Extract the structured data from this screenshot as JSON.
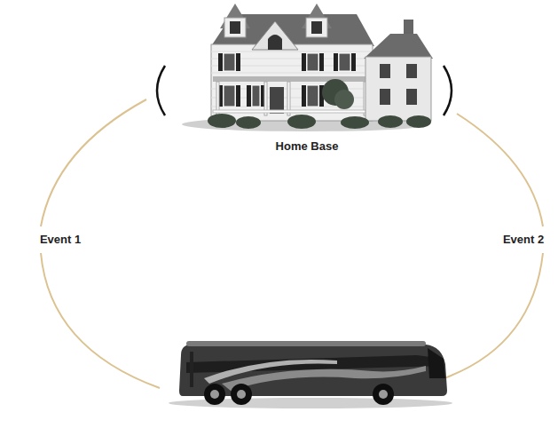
{
  "diagram": {
    "nodes": [
      {
        "text": [
          "Home Base"
        ]
      }
    ],
    "labels": [
      "Event 1",
      "Event 2"
    ]
  }
}
